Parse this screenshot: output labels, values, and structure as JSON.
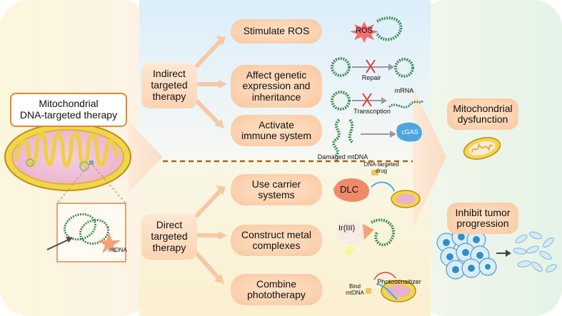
{
  "left": {
    "title": "Mitochondrial\nDNA-targeted therapy",
    "mtdna_label": "mtDNA"
  },
  "indirect": {
    "label": "Indirect\ntargeted\ntherapy"
  },
  "direct": {
    "label": "Direct\ntargeted\ntherapy"
  },
  "mechanisms": [
    {
      "label": "Stimulate ROS"
    },
    {
      "label": "Affect genetic\nexpression and\ninheritance"
    },
    {
      "label": "Activate\nimmune system"
    },
    {
      "label": "Use carrier\nsystems"
    },
    {
      "label": "Construct metal\ncomplexes"
    },
    {
      "label": "Combine\nphototherapy"
    }
  ],
  "illustrations": {
    "ros": "ROS",
    "repair": "Repair",
    "mrna": "mRNA",
    "transcription": "Transcription",
    "cgas": "cGAS",
    "damaged": "Damaged mtDNA",
    "dna_drug": "DNA-targeted\ndrug",
    "dlc": "DLC",
    "ir": "Ir(III)",
    "photosensitizer": "Photosensitizer",
    "bind": "Bind\nmtDNA"
  },
  "outcomes": [
    {
      "label": "Mitochondrial\ndysfunction"
    },
    {
      "label": "Inhibit tumor\nprogression"
    }
  ],
  "colors": {
    "outline": "#e0892e",
    "pill": "#fbd3b1",
    "dna": "#4a9a5c",
    "ros_star": "#f07070",
    "cgas": "#4da6e0",
    "dlc": "#ef8a68",
    "cell": "#2f8ec8",
    "divider": "#a8641e"
  }
}
